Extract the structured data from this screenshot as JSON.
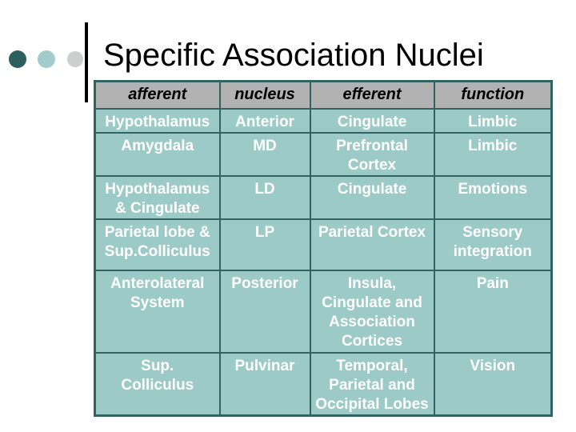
{
  "slide": {
    "title": "Specific Association Nuclei"
  },
  "decor": {
    "bullet_colors": [
      "#2e5f5f",
      "#a3cbcb",
      "#cdcfcf"
    ],
    "line_color": "#000000"
  },
  "table": {
    "headers": [
      "afferent",
      "nucleus",
      "efferent",
      "function"
    ],
    "rows": [
      {
        "afferent": "Hypothalamus",
        "nucleus": "Anterior",
        "efferent": "Cingulate",
        "function": "Limbic"
      },
      {
        "afferent": "Amygdala",
        "nucleus": "MD",
        "efferent": "Prefrontal\nCortex",
        "function": "Limbic"
      },
      {
        "afferent": "Hypothalamus\n& Cingulate",
        "nucleus": "LD",
        "efferent": "Cingulate",
        "function": "Emotions"
      },
      {
        "afferent": "Parietal lobe &\nSup.Colliculus",
        "nucleus": "LP",
        "efferent": "Parietal Cortex",
        "function": "Sensory\nintegration"
      },
      {
        "afferent": "Anterolateral\nSystem",
        "nucleus": "Posterior",
        "efferent": "Insula,\nCingulate and\nAssociation\nCortices",
        "function": "Pain"
      },
      {
        "afferent": "Sup.\nColliculus",
        "nucleus": "Pulvinar",
        "efferent": "Temporal,\nParietal and\nOccipital Lobes",
        "function": "Vision"
      }
    ],
    "colors": {
      "header_bg": "#b2b2b2",
      "cell_bg": "#9bcac7",
      "border": "#316363",
      "header_text": "#000000",
      "cell_text": "#ffffff"
    }
  }
}
